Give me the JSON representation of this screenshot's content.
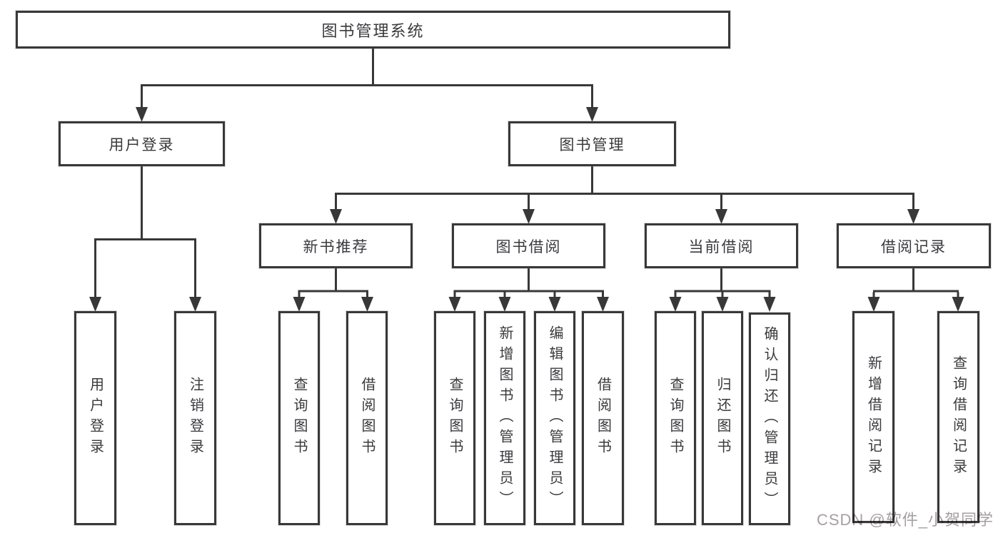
{
  "tree": {
    "root": "图书管理系统",
    "login": {
      "label": "用户登录",
      "children": [
        "用户登录",
        "注销登录"
      ]
    },
    "mgmt": {
      "label": "图书管理",
      "sections": [
        {
          "label": "新书推荐",
          "children": [
            "查询图书",
            "借阅图书"
          ]
        },
        {
          "label": "图书借阅",
          "children": [
            "查询图书",
            "新增图书（管理员）",
            "编辑图书（管理员）",
            "借阅图书"
          ]
        },
        {
          "label": "当前借阅",
          "children": [
            "查询图书",
            "归还图书",
            "确认归还（管理员）"
          ]
        },
        {
          "label": "借阅记录",
          "children": [
            "新增借阅记录",
            "查询借阅记录"
          ]
        }
      ]
    }
  },
  "colors": {
    "line": "#383838",
    "text": "#3a3a3e",
    "watermark": "#a6a0a0"
  },
  "watermark": "CSDN @软件_小贺同学"
}
